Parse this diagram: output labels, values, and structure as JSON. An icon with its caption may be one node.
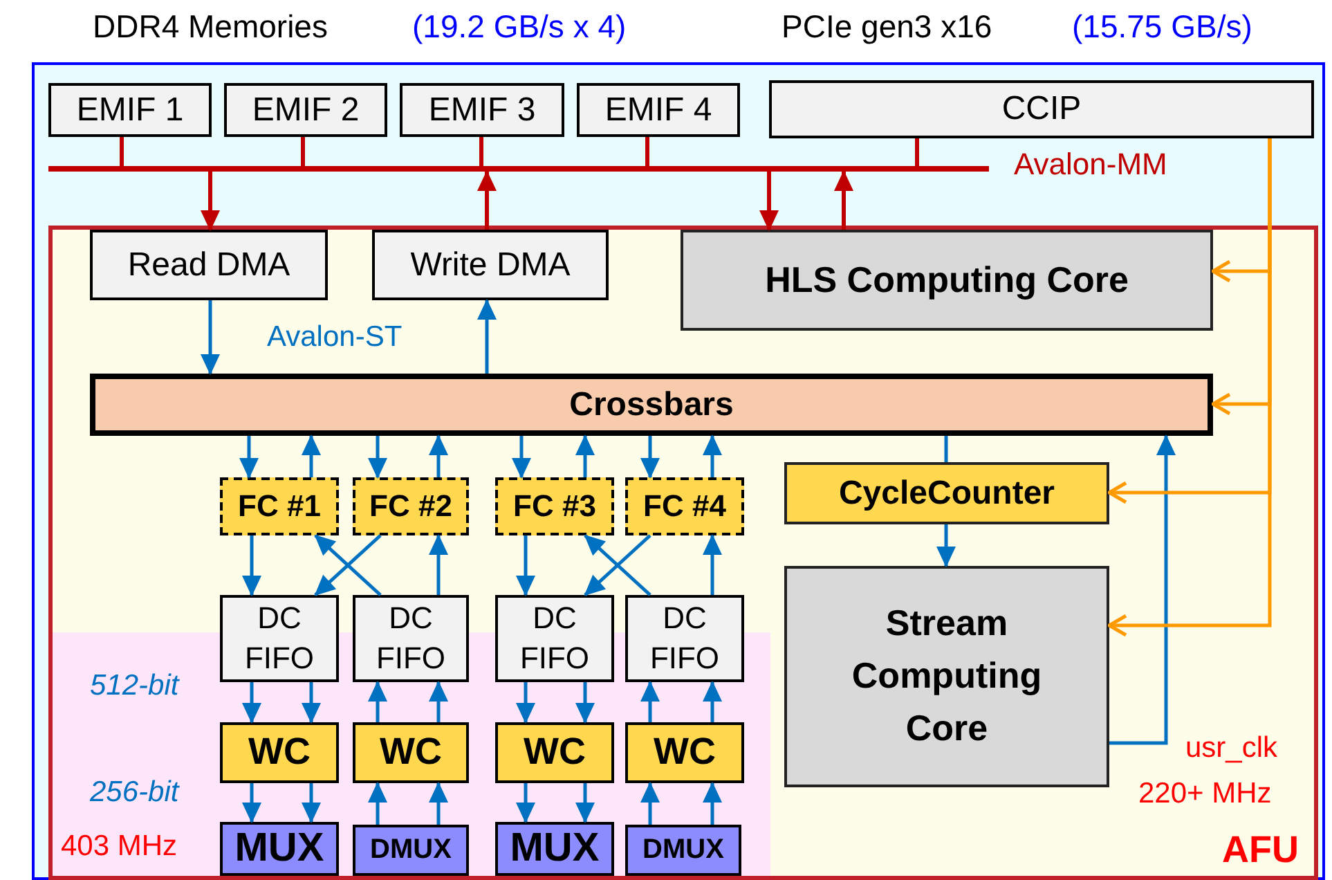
{
  "diagram": {
    "nodes": [
      {
        "text": [
          "EMIF 1"
        ]
      },
      {
        "text": [
          "EMIF 2"
        ]
      },
      {
        "text": [
          "EMIF 3"
        ]
      },
      {
        "text": [
          "EMIF 4"
        ]
      },
      {
        "text": [
          "CCIP"
        ]
      },
      {
        "text": [],
        "shape": "bar",
        "beside": [
          "Avalon-MM"
        ]
      },
      {
        "text": [
          "AFU"
        ]
      },
      {
        "text": [
          "Read DMA"
        ],
        "in": 6
      },
      {
        "text": [
          "Write DMA"
        ],
        "in": 6
      },
      {
        "text": [
          "HLS Computing Core"
        ],
        "in": 6
      },
      {
        "text": [
          "Crossbars"
        ],
        "in": 6
      },
      {
        "text": [
          "FC #1"
        ],
        "in": 6
      },
      {
        "text": [
          "FC #2"
        ],
        "in": 6
      },
      {
        "text": [
          "FC #3"
        ],
        "in": 6
      },
      {
        "text": [
          "FC #4"
        ],
        "in": 6
      },
      {
        "text": [
          "CycleCounter"
        ],
        "in": 6
      },
      {
        "text": [
          "DC FIFO"
        ],
        "in": 6
      },
      {
        "text": [
          "DC FIFO"
        ],
        "in": 6
      },
      {
        "text": [
          "DC FIFO"
        ],
        "in": 6
      },
      {
        "text": [
          "DC FIFO"
        ],
        "in": 6
      },
      {
        "text": [
          "Stream Computing Core"
        ],
        "in": 6
      },
      {
        "text": [
          "WC"
        ],
        "in": 6
      },
      {
        "text": [
          "WC"
        ],
        "in": 6
      },
      {
        "text": [
          "WC"
        ],
        "in": 6
      },
      {
        "text": [
          "WC"
        ],
        "in": 6
      },
      {
        "text": [
          "MUX"
        ],
        "in": 6
      },
      {
        "text": [
          "DMUX"
        ],
        "in": 6
      },
      {
        "text": [
          "MUX"
        ],
        "in": 6
      },
      {
        "text": [
          "DMUX"
        ],
        "in": 6
      }
    ],
    "edges": [
      {
        "from": 0,
        "to": 5,
        "arrow": "none",
        "color": "#c00000"
      },
      {
        "from": 1,
        "to": 5,
        "arrow": "none",
        "color": "#c00000"
      },
      {
        "from": 2,
        "to": 5,
        "arrow": "none",
        "color": "#c00000"
      },
      {
        "from": 3,
        "to": 5,
        "arrow": "none",
        "color": "#c00000"
      },
      {
        "from": 4,
        "to": 5,
        "arrow": "none",
        "color": "#c00000"
      },
      {
        "from": 5,
        "to": 7,
        "arrow": "to",
        "color": "#c00000"
      },
      {
        "from": 8,
        "to": 5,
        "arrow": "to",
        "color": "#c00000"
      },
      {
        "from": 5,
        "to": 9,
        "arrow": "to",
        "color": "#c00000"
      },
      {
        "from": 9,
        "to": 5,
        "arrow": "to",
        "color": "#c00000"
      },
      {
        "from": 7,
        "to": 10,
        "arrow": "to"
      },
      {
        "from": 10,
        "to": 8,
        "arrow": "to"
      },
      {
        "from": 10,
        "to": 11,
        "arrow": "to"
      },
      {
        "from": 11,
        "to": 10,
        "arrow": "to"
      },
      {
        "from": 10,
        "to": 12,
        "arrow": "to"
      },
      {
        "from": 12,
        "to": 10,
        "arrow": "to"
      },
      {
        "from": 10,
        "to": 13,
        "arrow": "to"
      },
      {
        "from": 13,
        "to": 10,
        "arrow": "to"
      },
      {
        "from": 10,
        "to": 14,
        "arrow": "to"
      },
      {
        "from": 14,
        "to": 10,
        "arrow": "to"
      },
      {
        "from": 11,
        "to": 16,
        "arrow": "to"
      },
      {
        "from": 12,
        "to": 16,
        "arrow": "to"
      },
      {
        "from": 17,
        "to": 11,
        "arrow": "to"
      },
      {
        "from": 17,
        "to": 12,
        "arrow": "to"
      },
      {
        "from": 13,
        "to": 18,
        "arrow": "to"
      },
      {
        "from": 14,
        "to": 18,
        "arrow": "to"
      },
      {
        "from": 19,
        "to": 13,
        "arrow": "to"
      },
      {
        "from": 19,
        "to": 14,
        "arrow": "to"
      },
      {
        "from": 16,
        "to": 21,
        "arrow": "to"
      },
      {
        "from": 16,
        "to": 21,
        "arrow": "to"
      },
      {
        "from": 21,
        "to": 25,
        "arrow": "to"
      },
      {
        "from": 21,
        "to": 25,
        "arrow": "to"
      },
      {
        "from": 22,
        "to": 17,
        "arrow": "to"
      },
      {
        "from": 22,
        "to": 17,
        "arrow": "to"
      },
      {
        "from": 26,
        "to": 22,
        "arrow": "to"
      },
      {
        "from": 26,
        "to": 22,
        "arrow": "to"
      },
      {
        "from": 18,
        "to": 23,
        "arrow": "to"
      },
      {
        "from": 18,
        "to": 23,
        "arrow": "to"
      },
      {
        "from": 23,
        "to": 27,
        "arrow": "to"
      },
      {
        "from": 23,
        "to": 27,
        "arrow": "to"
      },
      {
        "from": 24,
        "to": 19,
        "arrow": "to"
      },
      {
        "from": 24,
        "to": 19,
        "arrow": "to"
      },
      {
        "from": 28,
        "to": 24,
        "arrow": "to"
      },
      {
        "from": 28,
        "to": 24,
        "arrow": "to"
      },
      {
        "from": 10,
        "to": 15,
        "arrow": "none"
      },
      {
        "from": 15,
        "to": 20,
        "arrow": "to"
      },
      {
        "from": 20,
        "to": 10,
        "arrow": "to"
      },
      {
        "from": 4,
        "to": 9,
        "arrow": "to",
        "color": "#ff9900"
      },
      {
        "from": 4,
        "to": 10,
        "arrow": "to",
        "color": "#ff9900"
      },
      {
        "from": 4,
        "to": 15,
        "arrow": "to",
        "color": "#ff9900"
      },
      {
        "from": 4,
        "to": 20,
        "arrow": "to",
        "color": "#ff9900"
      }
    ],
    "labels": [
      "DDR4 Memories",
      "(19.2 GB/s x 4)",
      "PCIe gen3 x16",
      "(15.75 GB/s)",
      "Avalon-ST",
      "512-bit",
      "256-bit",
      "403 MHz",
      "usr_clk",
      "220+ MHz"
    ]
  }
}
